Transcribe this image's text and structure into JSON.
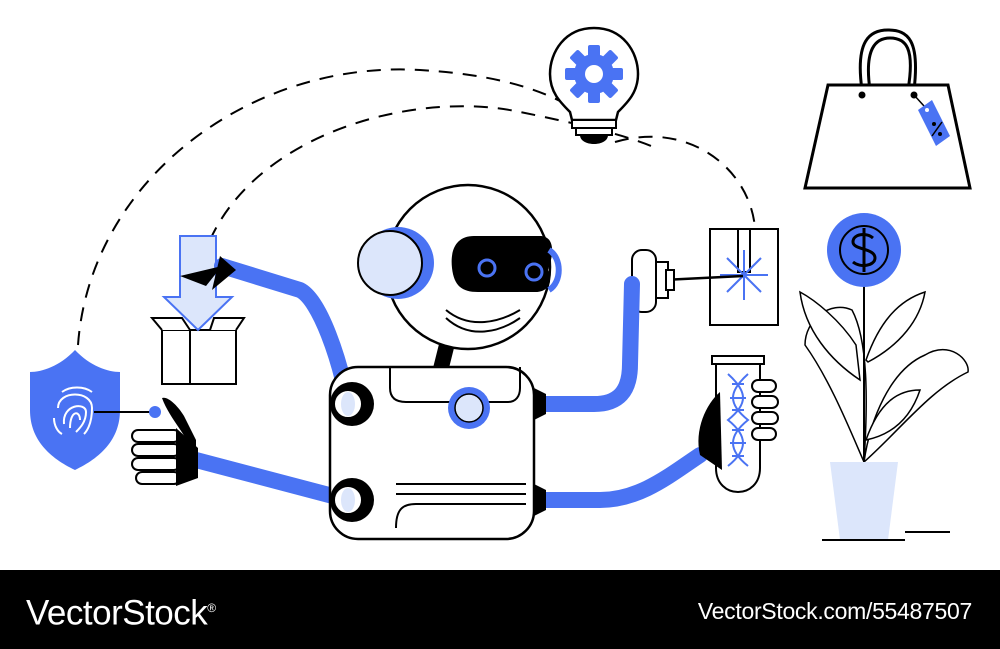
{
  "illustration": {
    "colors": {
      "accent": "#4a73f3",
      "light_blue": "#dce6fb",
      "ink": "#000000",
      "paper": "#ffffff"
    },
    "icons": [
      "robot-figure",
      "lightbulb-gear-icon",
      "shopping-bag-icon",
      "discount-tag-icon",
      "dollar-coin-icon",
      "potted-plant-icon",
      "fingerprint-shield-icon",
      "download-box-icon",
      "test-tube-dna-icon",
      "circuit-chip-icon"
    ]
  },
  "footer": {
    "brand": "VectorStock",
    "brand_mark": "®",
    "image_id": "VectorStock.com/55487507"
  }
}
